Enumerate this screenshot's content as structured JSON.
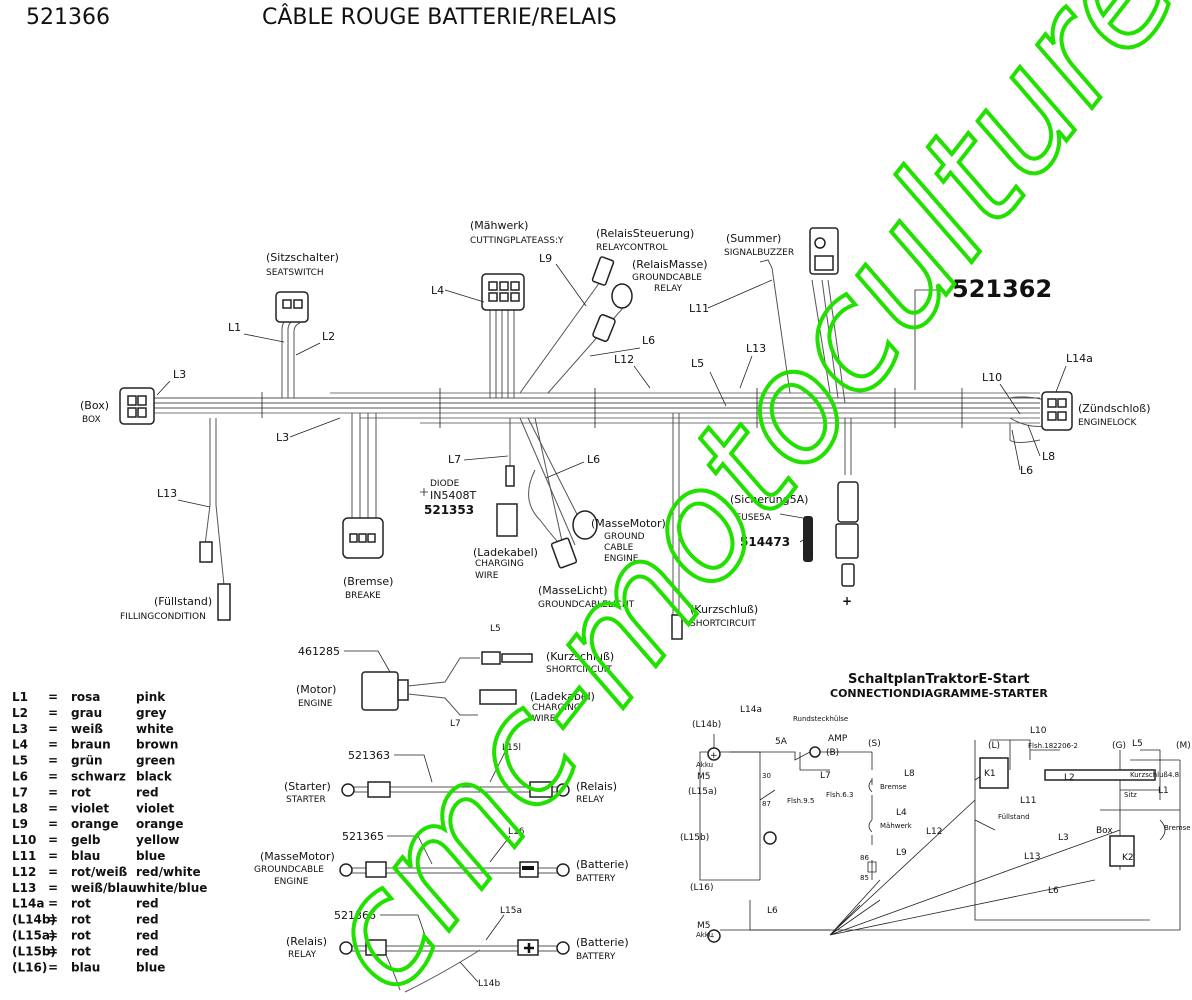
{
  "header": {
    "part_number": "521366",
    "title": "CÂBLE ROUGE BATTERIE/RELAIS"
  },
  "harness_part": "521362",
  "components": [
    {
      "de": "(Sitzschalter)",
      "en": "SEATSWITCH"
    },
    {
      "de": "(Mähwerk)",
      "en": "CUTTINGPLATEASS:Y"
    },
    {
      "de": "(RelaisSteuerung)",
      "en": "RELAYCONTROL"
    },
    {
      "de": "(RelaisMasse)",
      "en": "GROUNDCABLE",
      "en2": "RELAY"
    },
    {
      "de": "(Summer)",
      "en": "SIGNALBUZZER"
    },
    {
      "de": "(Box)",
      "en": "BOX"
    },
    {
      "de": "(Zündschloß)",
      "en": "ENGINELOCK"
    },
    {
      "de": "(Bremse)",
      "en": "BREAKE"
    },
    {
      "de": "(Füllstand)",
      "en": "FILLINGCONDITION"
    },
    {
      "de": "(Ladekabel)",
      "en": "CHARGING",
      "en2": "WIRE"
    },
    {
      "de": "(MasseMotor)",
      "en": "GROUND",
      "en2": "CABLE",
      "en3": "ENGINE"
    },
    {
      "de": "(MasseLicht)",
      "en": "GROUNDCABLELICHT"
    },
    {
      "de": "(Kurzschluß)",
      "en": "SHORTCIRCUIT"
    },
    {
      "de": "(Sicherung5A)",
      "en": "FUSE5A"
    }
  ],
  "diode": {
    "label": "DIODE",
    "type": "IN5408T",
    "part": "521353"
  },
  "fuse_part": "514473",
  "plus_sign": "+",
  "wire_tags": [
    "L1",
    "L2",
    "L3",
    "L3",
    "L4",
    "L5",
    "L6",
    "L6",
    "L6",
    "L7",
    "L8",
    "L9",
    "L10",
    "L11",
    "L12",
    "L13",
    "L13",
    "L14a"
  ],
  "sub_cables": [
    {
      "part": "461285",
      "left_de": "(Motor)",
      "left_en": "ENGINE",
      "top_tag": "L5",
      "top_de": "(Kurzschluß)",
      "top_en": "SHORTCIRCUIT",
      "bot_tag": "L7",
      "bot_de": "(Ladekabel)",
      "bot_en": "CHARGING",
      "bot_en2": "WIRE"
    },
    {
      "part": "521363",
      "tag": "L15l",
      "left_de": "(Starter)",
      "left_en": "STARTER",
      "right_de": "(Relais)",
      "right_en": "RELAY"
    },
    {
      "part": "521365",
      "tag": "L16",
      "left_de": "(MasseMotor)",
      "left_en": "GROUNDCABLE",
      "left_en2": "ENGINE",
      "right_de": "(Batterie)",
      "right_en": "BATTERY"
    },
    {
      "part": "521366",
      "tag": "L15a",
      "tag2": "L14b",
      "left_de": "(Relais)",
      "left_en": "RELAY",
      "right_de": "(Batterie)",
      "right_en": "BATTERY"
    }
  ],
  "legend": [
    {
      "code": "L1",
      "eq": "=",
      "de": "rosa",
      "en": "pink"
    },
    {
      "code": "L2",
      "eq": "=",
      "de": "grau",
      "en": "grey"
    },
    {
      "code": "L3",
      "eq": "=",
      "de": "weiß",
      "en": "white"
    },
    {
      "code": "L4",
      "eq": "=",
      "de": "braun",
      "en": "brown"
    },
    {
      "code": "L5",
      "eq": "=",
      "de": "grün",
      "en": "green"
    },
    {
      "code": "L6",
      "eq": "=",
      "de": "schwarz",
      "en": "black"
    },
    {
      "code": "L7",
      "eq": "=",
      "de": "rot",
      "en": "red"
    },
    {
      "code": "L8",
      "eq": "=",
      "de": "violet",
      "en": "violet"
    },
    {
      "code": "L9",
      "eq": "=",
      "de": "orange",
      "en": "orange"
    },
    {
      "code": "L10",
      "eq": "=",
      "de": "gelb",
      "en": "yellow"
    },
    {
      "code": "L11",
      "eq": "=",
      "de": "blau",
      "en": "blue"
    },
    {
      "code": "L12",
      "eq": "=",
      "de": "rot/weiß",
      "en": "red/white"
    },
    {
      "code": "L13",
      "eq": "=",
      "de": "weiß/blau",
      "en": "white/blue"
    },
    {
      "code": "L14a",
      "eq": "=",
      "de": "rot",
      "en": "red"
    },
    {
      "code": "(L14b)",
      "eq": "=",
      "de": "rot",
      "en": "red"
    },
    {
      "code": "(L15a)",
      "eq": "=",
      "de": "rot",
      "en": "red"
    },
    {
      "code": "(L15b)",
      "eq": "=",
      "de": "rot",
      "en": "red"
    },
    {
      "code": "(L16)",
      "eq": "=",
      "de": "blau",
      "en": "blue"
    }
  ],
  "schematic": {
    "title": "SchaltplanTraktorE-Start",
    "subtitle": "CONNECTIONDIAGRAMME-STARTER",
    "labels": [
      "(L14b)",
      "L14a",
      "Rundsteckhülse",
      "5A",
      "AMP",
      "(B)",
      "(S)",
      "Akku",
      "M5",
      "(L15a)",
      "30",
      "87",
      "Flsh.9.5",
      "L7",
      "L8",
      "Flsh.6.3",
      "Bremse",
      "L4",
      "Mähwerk",
      "L12",
      "L9",
      "86",
      "85",
      "(L15b)",
      "(L16)",
      "L6",
      "M5",
      "Akku",
      "(L)",
      "L10",
      "Flsh.182206-2",
      "K1",
      "L11",
      "Füllstand",
      "L13",
      "(G)",
      "L5",
      "(M)",
      "L2",
      "Kurzschluß4.8",
      "Sitz",
      "L1",
      "Box",
      "Bremse",
      "L3",
      "K2",
      "L6"
    ]
  },
  "watermark": "cmc-motoculture.com",
  "colors": {
    "ink": "#111111",
    "wire": "#666666",
    "watermark": "#22e000"
  }
}
